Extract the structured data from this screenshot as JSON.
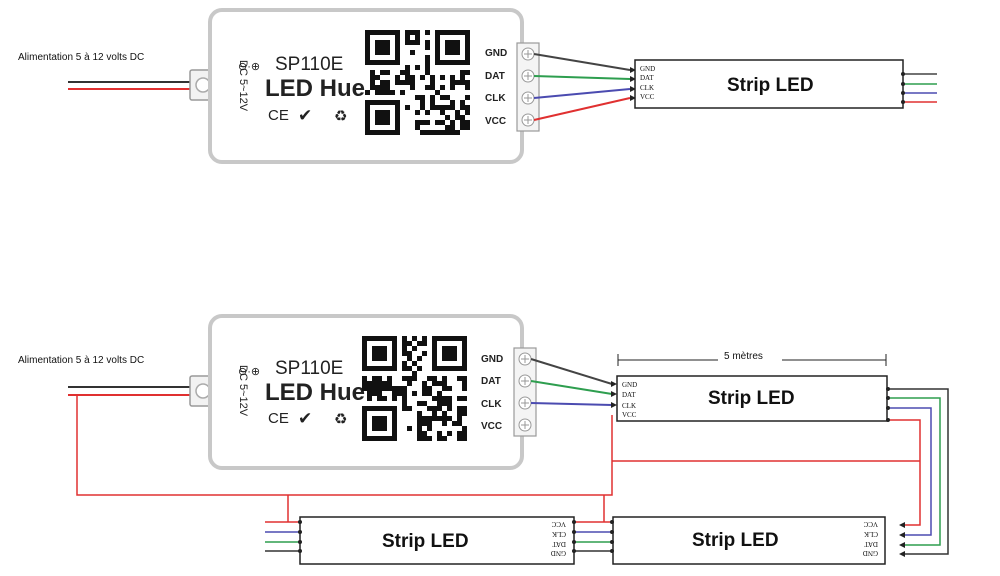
{
  "diagram1": {
    "power_label": "Alimentation 5 à 12 volts DC",
    "controller": {
      "model": "SP110E",
      "name": "LED Hue",
      "rating": "DC 5~12V",
      "ce": "CE",
      "pins": [
        "GND",
        "DAT",
        "CLK",
        "VCC"
      ]
    },
    "strip": {
      "label": "Strip LED",
      "pins": [
        "GND",
        "DAT",
        "CLK",
        "VCC"
      ]
    }
  },
  "diagram2": {
    "power_label": "Alimentation 5 à 12 volts DC",
    "controller": {
      "model": "SP110E",
      "name": "LED Hue",
      "rating": "DC 5~12V",
      "ce": "CE",
      "pins": [
        "GND",
        "DAT",
        "CLK",
        "VCC"
      ]
    },
    "length_label": "5 mètres",
    "strip_top": {
      "label": "Strip LED",
      "pins": [
        "GND",
        "DAT",
        "CLK",
        "VCC"
      ]
    },
    "strip_bottom_right": {
      "label": "Strip LED",
      "pins": [
        "VCC",
        "CLK",
        "DAT",
        "GND"
      ]
    },
    "strip_bottom_left": {
      "label": "Strip LED",
      "pins": [
        "VCC",
        "CLK",
        "DAT",
        "GND"
      ]
    }
  },
  "colors": {
    "gnd": "#444444",
    "dat": "#2e9e4f",
    "clk": "#4b4bb0",
    "vcc": "#e03030"
  }
}
